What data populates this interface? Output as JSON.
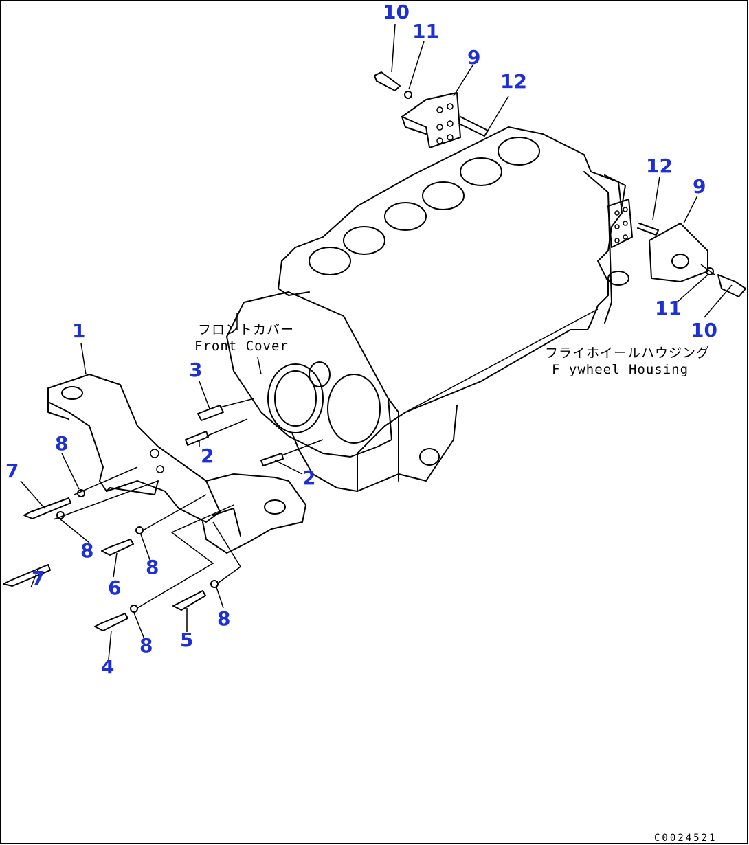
{
  "labels": {
    "front_cover_jp": "フロントカバー",
    "front_cover_en": "Front Cover",
    "flywheel_housing_jp": "フライホイールハウジング",
    "flywheel_housing_en": "F ywheel Housing"
  },
  "part_numbers": {
    "p10_top": "10",
    "p11_top": "11",
    "p9_top": "9",
    "p12_top": "12",
    "p12_right": "12",
    "p9_right": "9",
    "p11_right": "11",
    "p10_right": "10",
    "p1": "1",
    "p3": "3",
    "p2_upper": "2",
    "p2_lower": "2",
    "p8_a": "8",
    "p7_a": "7",
    "p8_b": "8",
    "p7_b": "7",
    "p6": "6",
    "p8_c": "8",
    "p8_d": "8",
    "p5": "5",
    "p8_e": "8",
    "p4": "4"
  },
  "drawing_code": "C0024521",
  "colors": {
    "callout": "#1d2fd6",
    "line": "#000000"
  }
}
